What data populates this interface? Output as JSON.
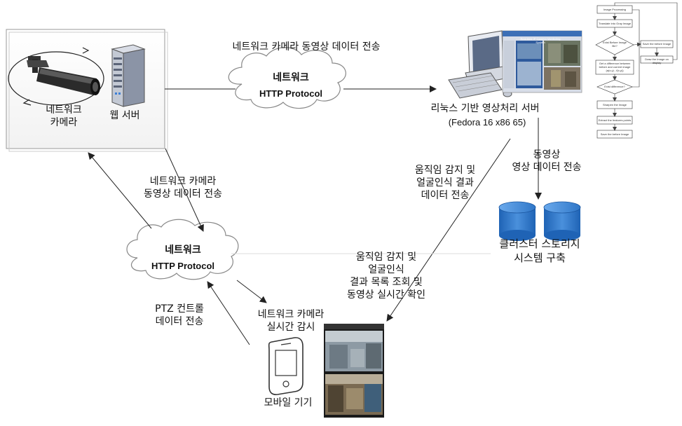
{
  "top_link": {
    "label": "네트워크 카메라 동영상 데이터 전송"
  },
  "cloud_top": {
    "title": "네트워크",
    "protocol": "HTTP Protocol"
  },
  "cloud_bottom": {
    "title": "네트워크",
    "protocol": "HTTP Protocol"
  },
  "camera_box": {
    "camera_label": "네트워크\n카메라",
    "server_label": "웹 서버"
  },
  "linux_server": {
    "label": "리눅스 기반 영상처리 서버",
    "os": "(Fedora 16 x86 65)"
  },
  "storage": {
    "link_label": "동영상\n영상 데이터 전송",
    "label": "클러스터 스토리지\n시스템 구축"
  },
  "left_link": {
    "label": "네트워크 카메라\n동영상 데이터 전송"
  },
  "server_to_mobile": {
    "label": "움직임 감지 및\n얼굴인식 결과\n데이터 전송"
  },
  "mobile_check": {
    "label": "움직임 감지 및\n얼굴인식\n결과 목록 조회 및\n동영상 실시간 확인"
  },
  "ptz": {
    "label": "PTZ 컨트롤\n데이터 전송"
  },
  "mobile_monitor": {
    "label": "네트워크 카메라\n실시간 감시"
  },
  "mobile_device": {
    "label": "모바일 기기"
  },
  "screenshot": {
    "title": "Real-time IP Camera Monitoring System"
  },
  "flowchart": {
    "steps": [
      "Image Processing",
      "Translate into Gray Image",
      "Exist Before Image file?",
      "Save the before Image",
      "Draw the Image on display",
      "Get a difference between before and current image (a(x,y) - f(x,y))",
      "Exist difference?",
      "Sharpen the Image",
      "Extract the features points",
      "Save the before Image"
    ]
  }
}
